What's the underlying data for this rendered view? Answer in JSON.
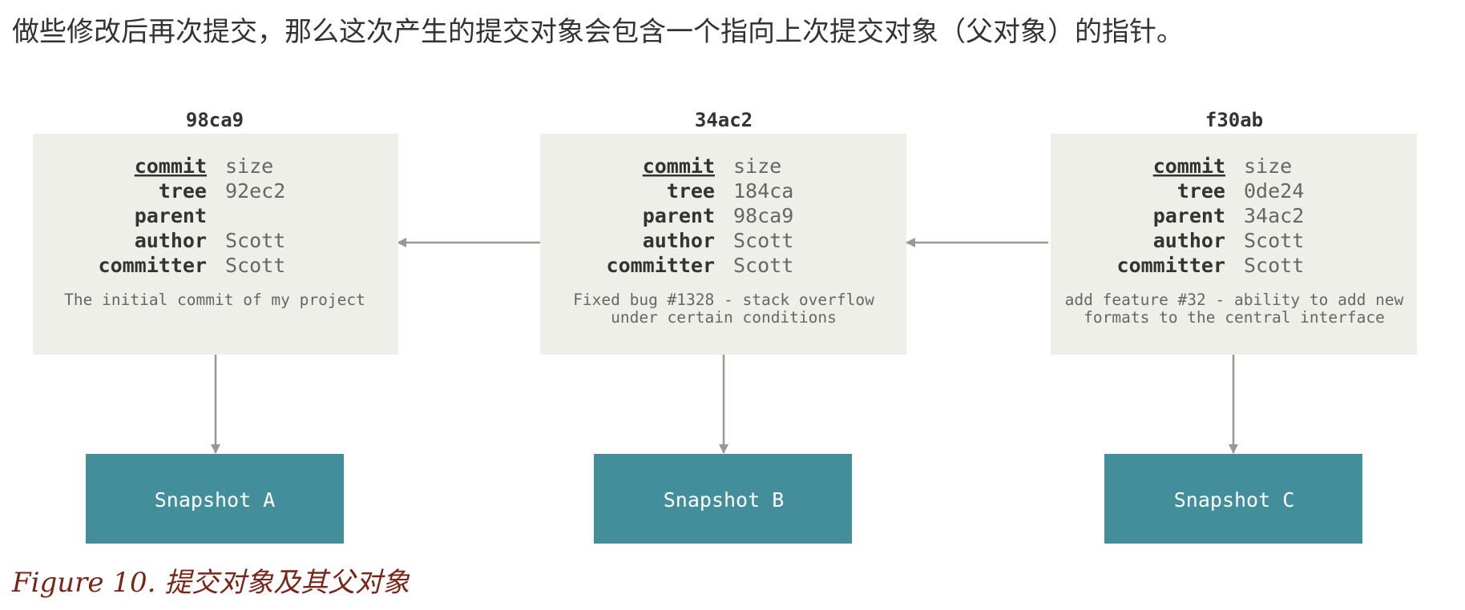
{
  "intro_text": "做些修改后再次提交，那么这次产生的提交对象会包含一个指向上次提交对象（父对象）的指针。",
  "caption": "Figure 10. 提交对象及其父对象",
  "colors": {
    "commit_box_fill": "#efefe9",
    "snapshot_fill": "#428e9b",
    "snapshot_text": "#ffffff",
    "arrow": "#999894",
    "label_bold": "#333333",
    "value_text": "#666666",
    "caption": "#7a2518"
  },
  "field_labels": {
    "commit": "commit",
    "tree": "tree",
    "parent": "parent",
    "author": "author",
    "committer": "committer"
  },
  "commits": [
    {
      "id": "98ca9",
      "commit": "size",
      "tree": "92ec2",
      "parent": "",
      "author": "Scott",
      "committer": "Scott",
      "message_line1": "The initial commit of my project",
      "message_line2": "",
      "snapshot": "Snapshot A"
    },
    {
      "id": "34ac2",
      "commit": "size",
      "tree": "184ca",
      "parent": "98ca9",
      "author": "Scott",
      "committer": "Scott",
      "message_line1": "Fixed bug #1328 - stack overflow",
      "message_line2": "under certain conditions",
      "snapshot": "Snapshot B"
    },
    {
      "id": "f30ab",
      "commit": "size",
      "tree": "0de24",
      "parent": "34ac2",
      "author": "Scott",
      "committer": "Scott",
      "message_line1": "add feature #32 - ability to add new",
      "message_line2": "formats to the central interface",
      "snapshot": "Snapshot C"
    }
  ]
}
